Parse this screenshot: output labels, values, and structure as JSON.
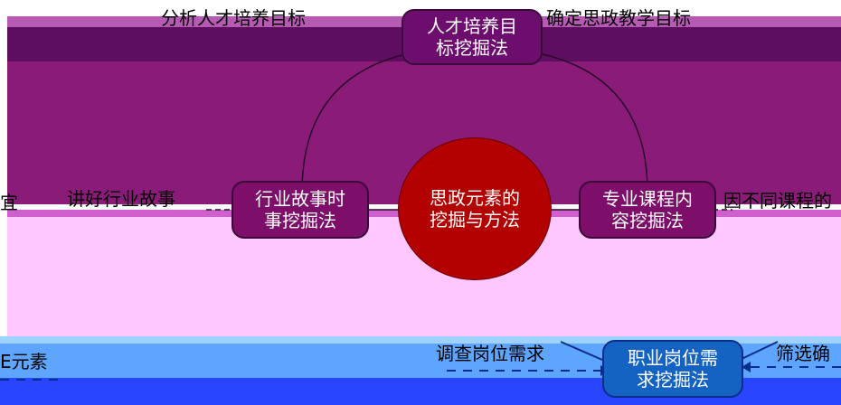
{
  "center": {
    "line1": "思政元素的",
    "line2": "挖掘与方法"
  },
  "nodes": {
    "top": {
      "line1": "人才培养目",
      "line2": "标挖掘法"
    },
    "left": {
      "line1": "行业故事时",
      "line2": "事挖掘法"
    },
    "right": {
      "line1": "专业课程内",
      "line2": "容挖掘法"
    },
    "bottom": {
      "line1": "职业岗位需",
      "line2": "求挖掘法"
    }
  },
  "labels": {
    "top_left": "分析人才培养目标",
    "top_right": "确定思政教学目标",
    "left": "讲好行业故事",
    "right": "因不同课程的",
    "bottom_left": "调查岗位需求",
    "bottom_right": "筛选确",
    "edge_left": "宜",
    "edge_bottom": "E元素"
  },
  "colors": {
    "magenta_band": "#8b1b79",
    "pink_band": "#ffc6ff",
    "blue_band": "#5da5ff",
    "center_fill": "#b30000",
    "node_fill": "#7d0e6a",
    "bottom_node_fill": "#1462c2"
  }
}
